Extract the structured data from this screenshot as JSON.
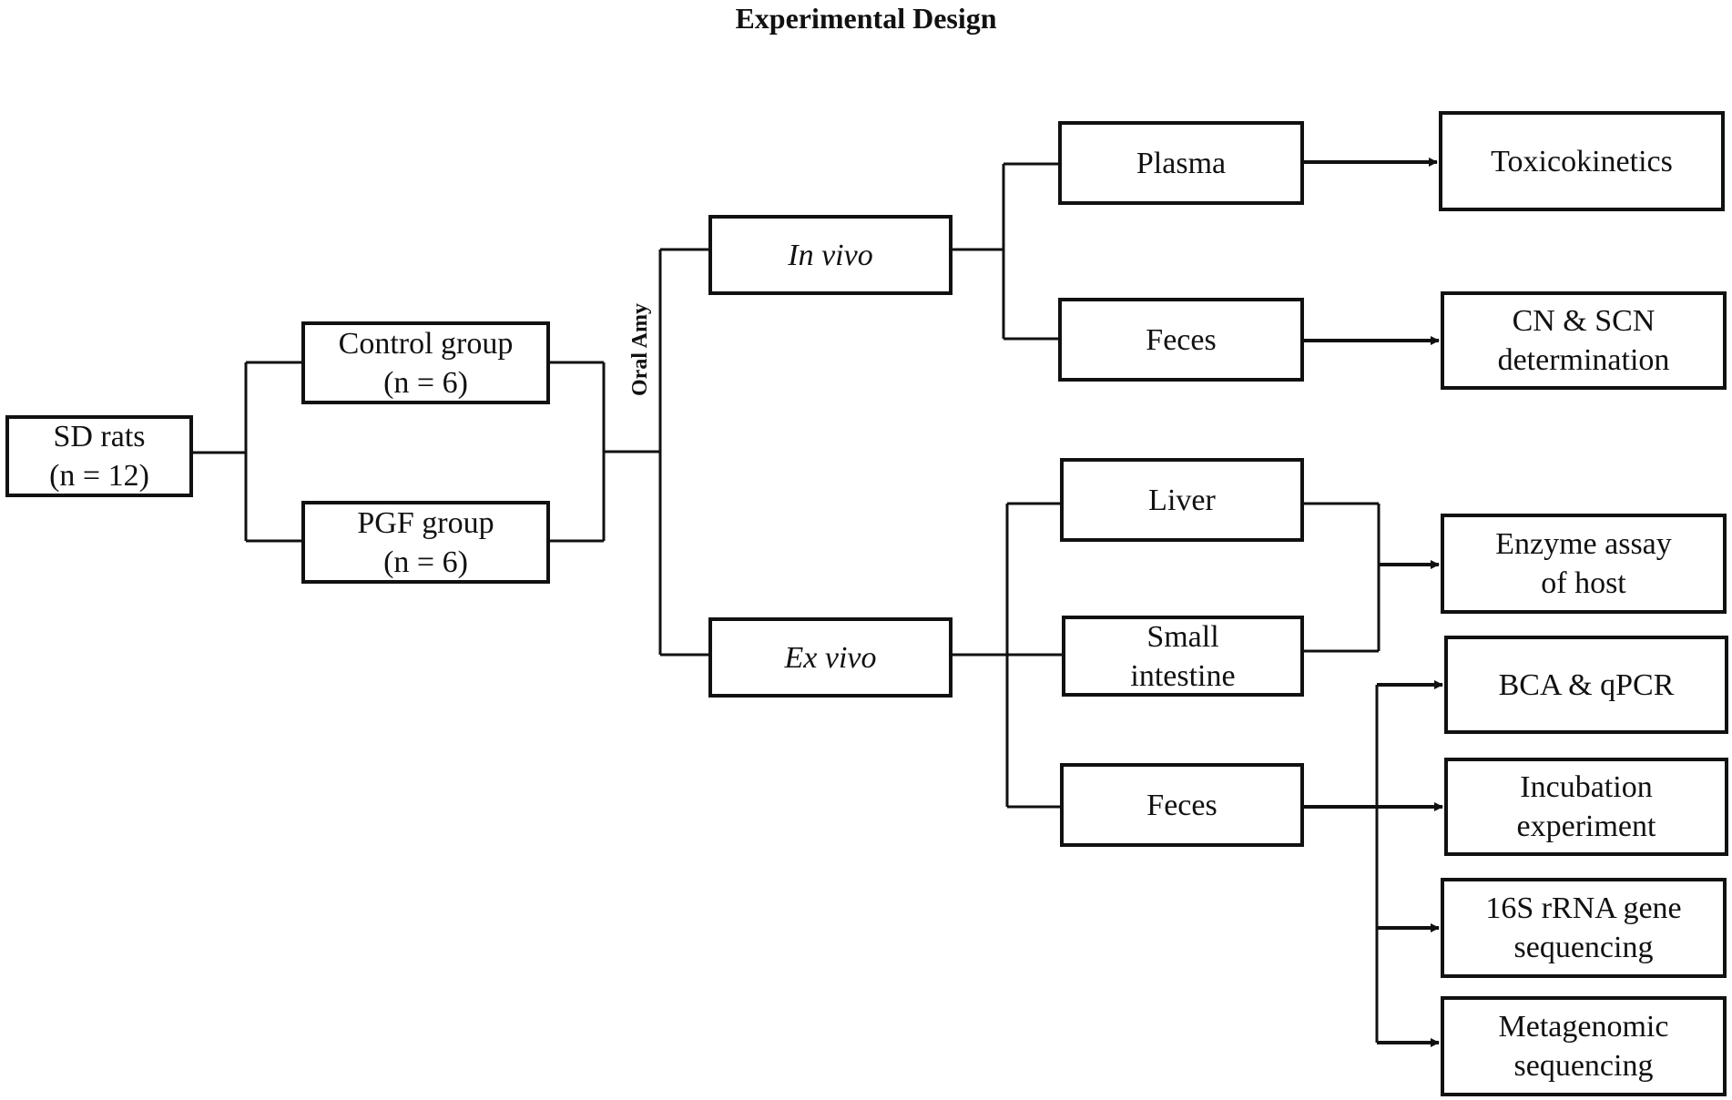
{
  "title": "Experimental Design",
  "treatment_label": "Oral Amy",
  "nodes": {
    "sd_rats": {
      "line1": "SD rats",
      "line2": "(n = 12)"
    },
    "control": {
      "line1": "Control group",
      "line2": "(n = 6)"
    },
    "pgf": {
      "line1": "PGF group",
      "line2": "(n = 6)"
    },
    "in_vivo": {
      "line1": "In vivo"
    },
    "ex_vivo": {
      "line1": "Ex vivo"
    },
    "plasma": {
      "line1": "Plasma"
    },
    "feces_in": {
      "line1": "Feces"
    },
    "liver": {
      "line1": "Liver"
    },
    "small_intestine": {
      "line1": "Small",
      "line2": "intestine"
    },
    "feces_ex": {
      "line1": "Feces"
    },
    "toxicokinetics": {
      "line1": "Toxicokinetics"
    },
    "cn_scn": {
      "line1": "CN & SCN",
      "line2": "determination"
    },
    "enzyme": {
      "line1": "Enzyme assay",
      "line2": "of host"
    },
    "bca": {
      "line1": "BCA & qPCR"
    },
    "incubation": {
      "line1": "Incubation",
      "line2": "experiment"
    },
    "rrna": {
      "line1": "16S rRNA gene",
      "line2": "sequencing"
    },
    "metagenomic": {
      "line1": "Metagenomic",
      "line2": "sequencing"
    }
  }
}
